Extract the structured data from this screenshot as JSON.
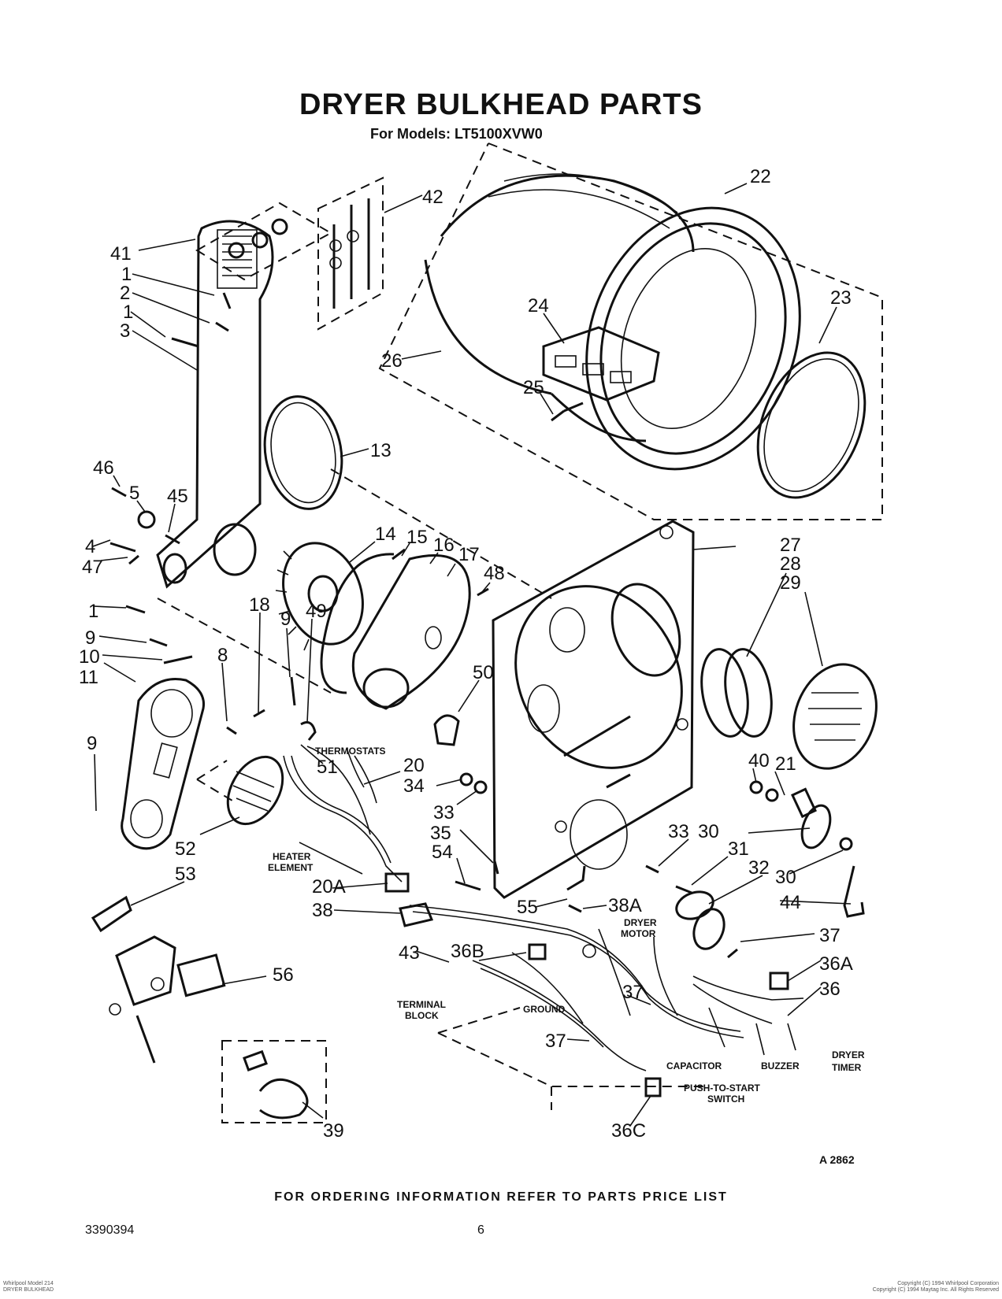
{
  "title": "DRYER BULKHEAD PARTS",
  "subtitle": "For Models: LT5100XVW0",
  "footer_note": "FOR ORDERING INFORMATION REFER TO PARTS PRICE LIST",
  "doc_number": "3390394",
  "page_number": "6",
  "figure_code": "A 2862",
  "bottom_left_small": [
    "Whirlpool Model 214",
    "DRYER BULKHEAD"
  ],
  "bottom_right_small": [
    "Copyright (C) 1994 Whirlpool Corporation",
    "Copyright (C) 1994 Maytag Inc. All Rights Reserved"
  ],
  "callouts": {
    "c22": "22",
    "c42": "42",
    "c41": "41",
    "c1a": "1",
    "c2": "2",
    "c1b": "1",
    "c3": "3",
    "c23": "23",
    "c24": "24",
    "c26": "26",
    "c25": "25",
    "c13": "13",
    "c46": "46",
    "c5": "5",
    "c45": "45",
    "c4": "4",
    "c47": "47",
    "c1c": "1",
    "c14": "14",
    "c15": "15",
    "c16": "16",
    "c17": "17",
    "c48": "48",
    "c27": "27",
    "c28": "28",
    "c29": "29",
    "c9a": "9",
    "c10": "10",
    "c18": "18",
    "c9b": "9",
    "c49": "49",
    "c11": "11",
    "c8": "8",
    "c50": "50",
    "c9c": "9",
    "c51": "51",
    "c20": "20",
    "c34": "34",
    "c40": "40",
    "c21": "21",
    "c33a": "33",
    "c35": "35",
    "c33b": "33",
    "c30a": "30",
    "c31": "31",
    "c52": "52",
    "c53": "53",
    "c54": "54",
    "c32": "32",
    "c30b": "30",
    "c20a": "20A",
    "c38": "38",
    "c55": "55",
    "c38a": "38A",
    "c44": "44",
    "c37a": "37",
    "c43": "43",
    "c36b": "36B",
    "c36a": "36A",
    "c56": "56",
    "c37b": "37",
    "c36": "36",
    "c37c": "37",
    "c39": "39",
    "c36c": "36C"
  },
  "labels": {
    "thermostats": "THERMOSTATS",
    "heater_element_1": "HEATER",
    "heater_element_2": "ELEMENT",
    "dryer_motor_1": "DRYER",
    "dryer_motor_2": "MOTOR",
    "terminal_block_1": "TERMINAL",
    "terminal_block_2": "BLOCK",
    "ground": "GROUND",
    "capacitor": "CAPACITOR",
    "buzzer": "BUZZER",
    "dryer_timer_1": "DRYER",
    "dryer_timer_2": "TIMER",
    "push_to_start_1": "PUSH-TO-START",
    "push_to_start_2": "SWITCH"
  }
}
